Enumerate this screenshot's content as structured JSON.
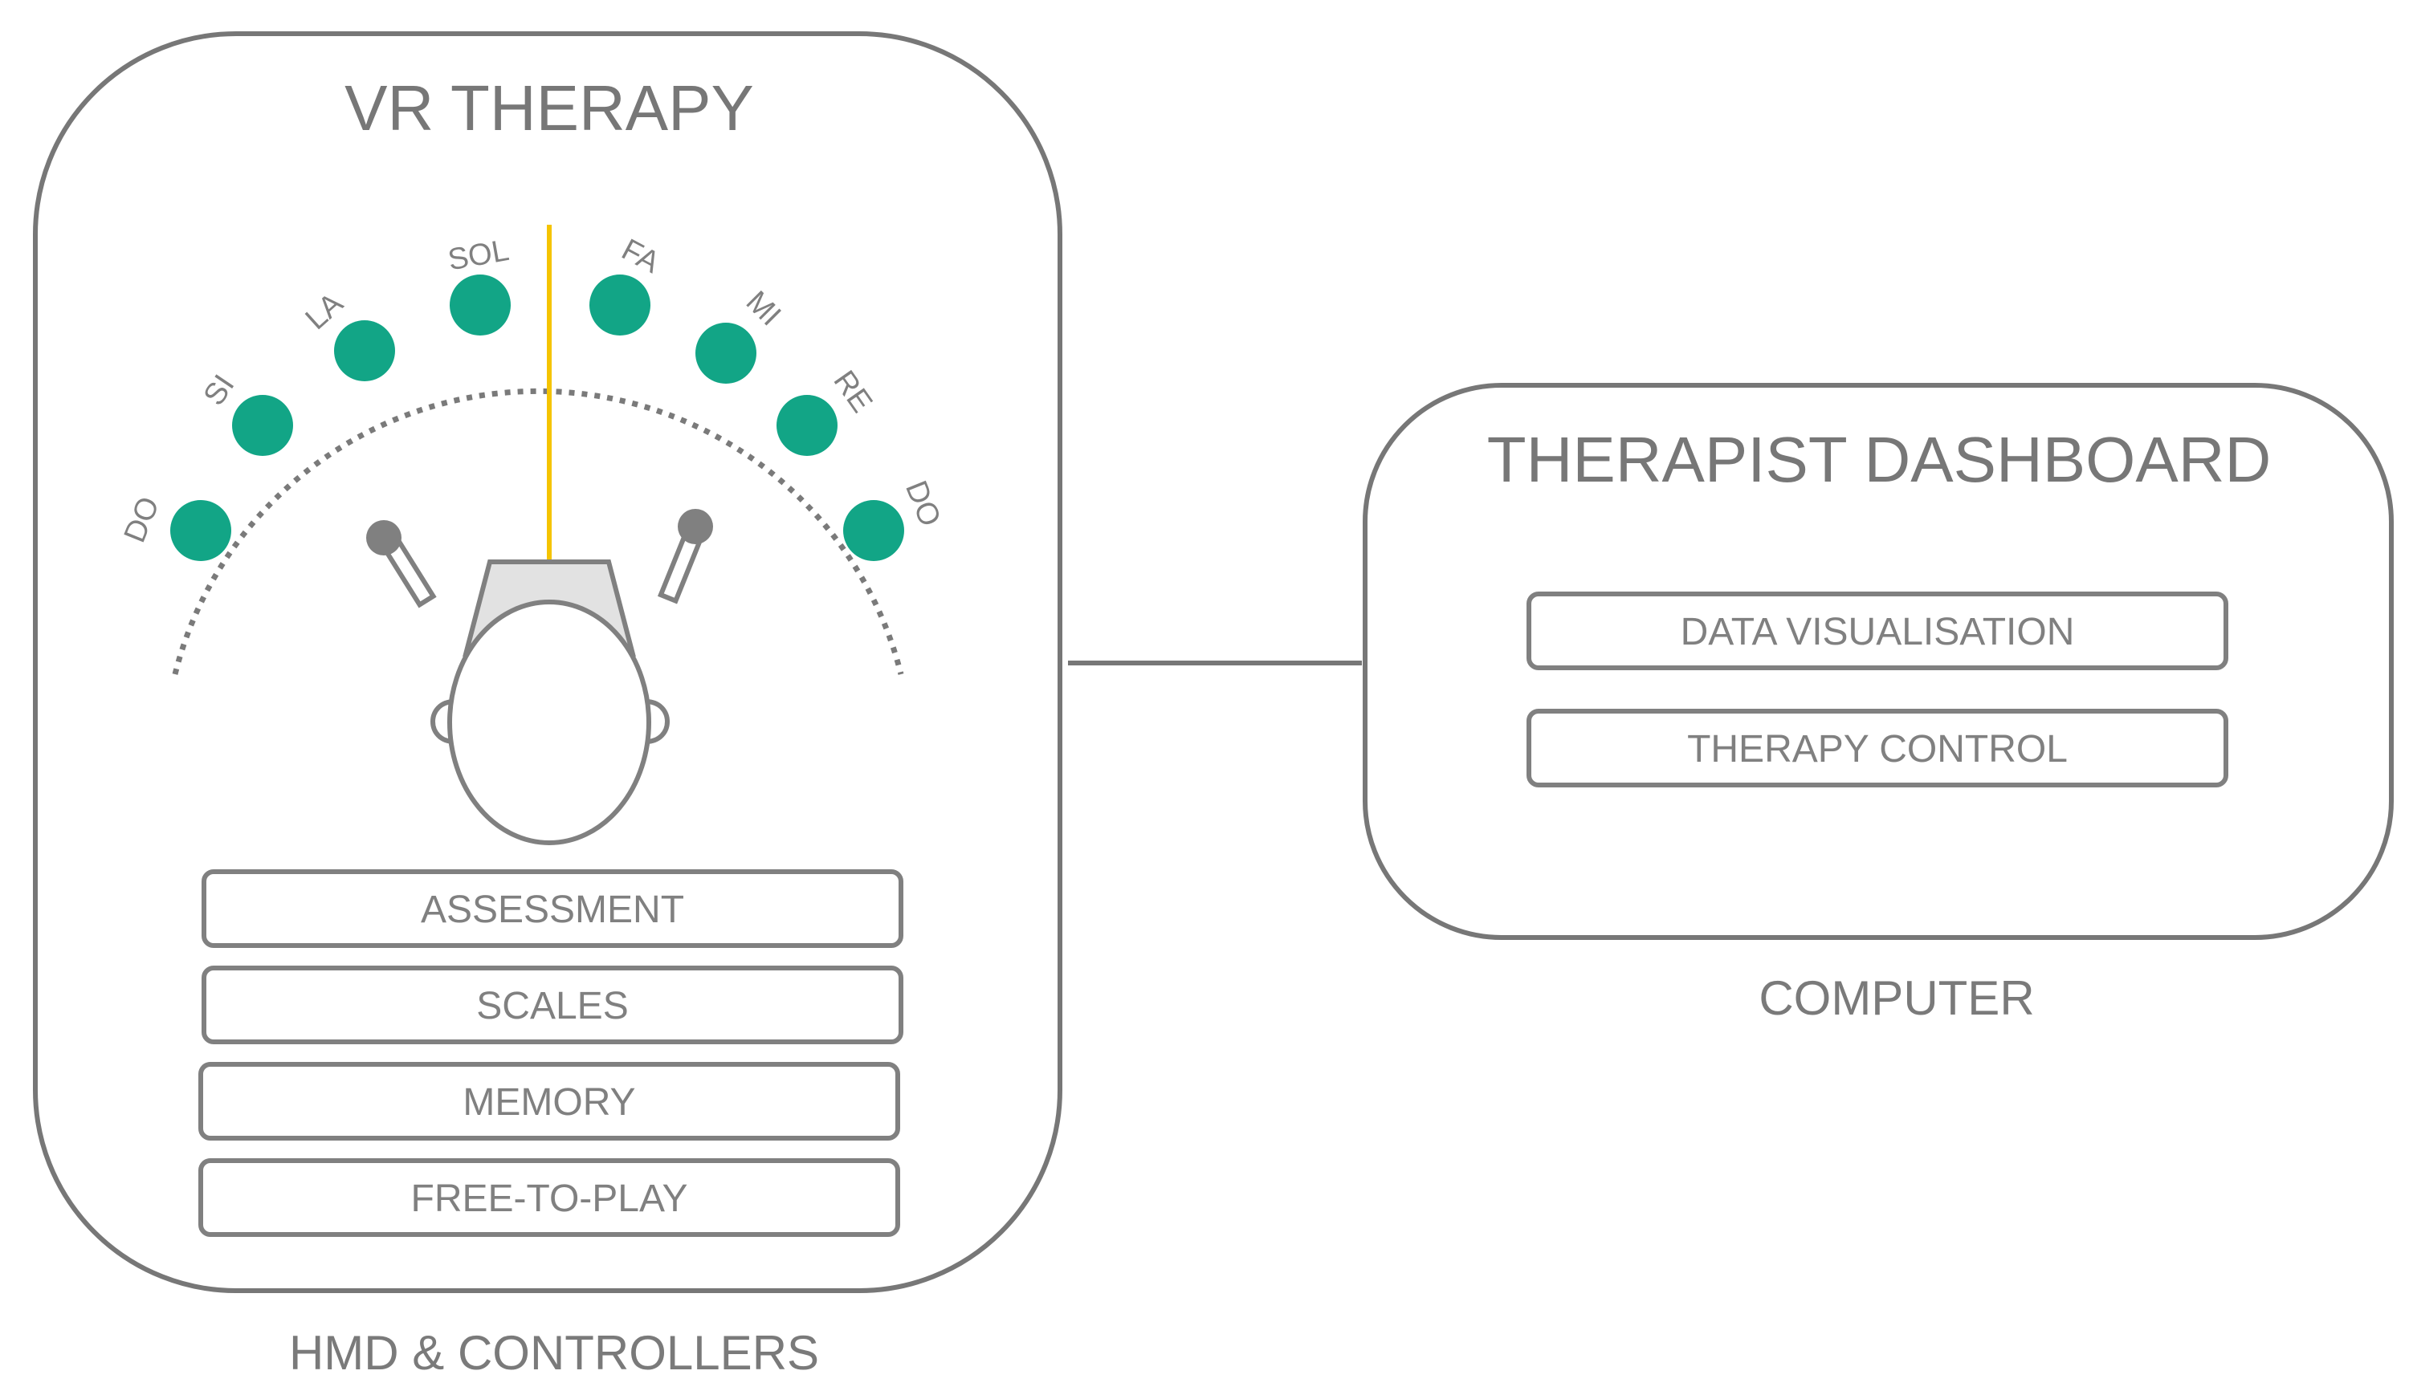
{
  "vr_panel": {
    "title": "VR THERAPY",
    "caption": "HMD & CONTROLLERS",
    "notes": [
      "DO",
      "SI",
      "LA",
      "SOL",
      "FA",
      "MI",
      "RE",
      "DO"
    ],
    "modes": [
      "ASSESSMENT",
      "SCALES",
      "MEMORY",
      "FREE-TO-PLAY"
    ]
  },
  "dashboard_panel": {
    "title": "THERAPIST DASHBOARD",
    "caption": "COMPUTER",
    "modules": [
      "DATA VISUALISATION",
      "THERAPY CONTROL"
    ]
  },
  "colors": {
    "note_green": "#12a586",
    "pointer_yellow": "#f5c400",
    "outline_grey": "#777777",
    "headset_fill": "#e2e2e2"
  }
}
